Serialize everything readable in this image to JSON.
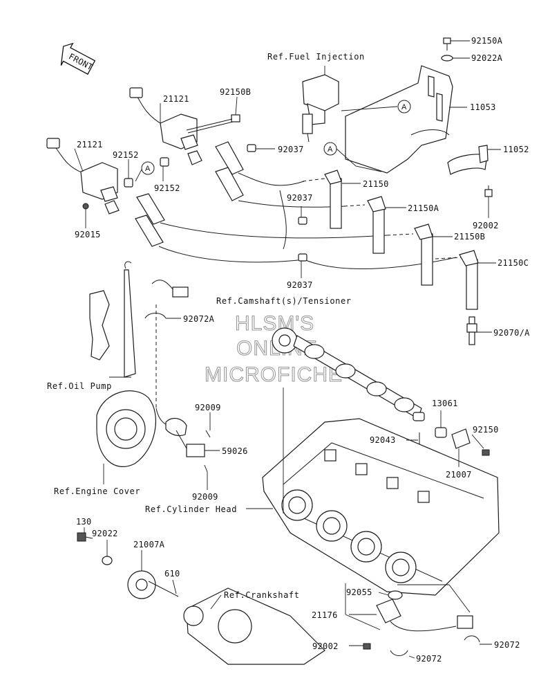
{
  "front_badge": "FRONT",
  "watermark": [
    "HLSM'S",
    "ONLINE",
    "MICROFICHE"
  ],
  "callout_letter": "A",
  "part_labels": {
    "p92150A": "92150A",
    "p92022A": "92022A",
    "p11053": "11053",
    "p11052": "11052",
    "p92002a": "92002",
    "p21121a": "21121",
    "p21121b": "21121",
    "p92150B": "92150B",
    "p92152a": "92152",
    "p92152b": "92152",
    "p92037a": "92037",
    "p92037b": "92037",
    "p92037c": "92037",
    "p21150": "21150",
    "p21150A": "21150A",
    "p21150B": "21150B",
    "p21150C": "21150C",
    "p92015": "92015",
    "p92072A": "92072A",
    "p92070A": "92070/A",
    "p92009a": "92009",
    "p92009b": "92009",
    "p59026": "59026",
    "p13061": "13061",
    "p92150": "92150",
    "p92043": "92043",
    "p21007": "21007",
    "p130": "130",
    "p92022": "92022",
    "p21007A": "21007A",
    "p610": "610",
    "p92055": "92055",
    "p21176": "21176",
    "p92002b": "92002",
    "p92072a": "92072",
    "p92072b": "92072"
  },
  "references": {
    "fuel_injection": "Ref.Fuel Injection",
    "camshaft": "Ref.Camshaft(s)/Tensioner",
    "oil_pump": "Ref.Oil Pump",
    "engine_cover": "Ref.Engine Cover",
    "cylinder_head": "Ref.Cylinder Head",
    "crankshaft": "Ref.Crankshaft"
  }
}
